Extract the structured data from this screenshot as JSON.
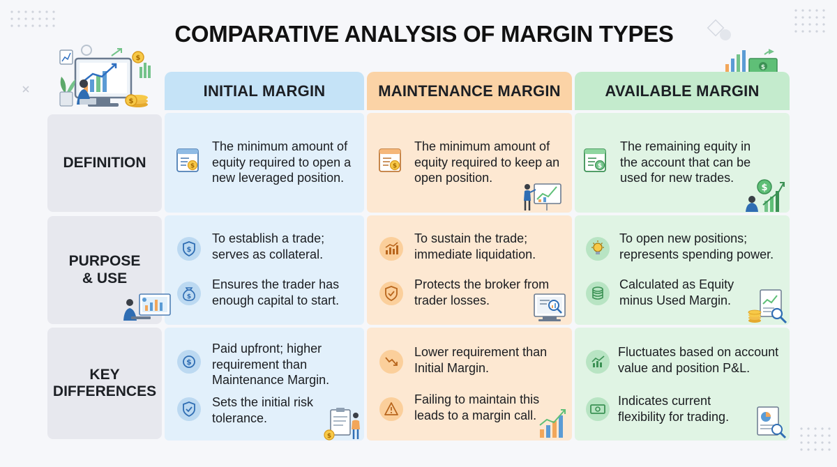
{
  "title": "COMPARATIVE ANALYSIS OF MARGIN TYPES",
  "colors": {
    "initial_head": "#c5e3f7",
    "initial_cell": "#e2f0fb",
    "maintenance_head": "#fbd3a6",
    "maintenance_cell": "#fde8d2",
    "available_head": "#c4ebcd",
    "available_cell": "#e0f4e4",
    "row_head": "#e7e8ee"
  },
  "columns": [
    {
      "key": "initial",
      "label": "INITIAL MARGIN"
    },
    {
      "key": "maintenance",
      "label": "MAINTENANCE MARGIN"
    },
    {
      "key": "available",
      "label": "AVAILABLE MARGIN"
    }
  ],
  "rows": [
    {
      "label_line1": "DEFINITION",
      "label_line2": ""
    },
    {
      "label_line1": "PURPOSE",
      "label_line2": "& USE"
    },
    {
      "label_line1": "KEY",
      "label_line2": "DIFFERENCES"
    }
  ],
  "cells": {
    "definition": {
      "initial": {
        "text": "The minimum amount of equity required to open a new leveraged position.",
        "icon": "document-dollar-icon"
      },
      "maintenance": {
        "text": "The minimum amount of equity required to keep an open position.",
        "icon": "document-dollar-icon"
      },
      "available": {
        "text": "The remaining equity in the account that can be used for new trades.",
        "icon": "document-dollar-icon"
      }
    },
    "purpose": {
      "initial": [
        {
          "text": "To establish a trade; serves as collateral.",
          "icon": "shield-dollar-icon"
        },
        {
          "text": "Ensures the trader has enough capital to start.",
          "icon": "money-bag-icon"
        }
      ],
      "maintenance": [
        {
          "text": "To sustain the trade; immediate liquidation.",
          "icon": "bar-chart-icon"
        },
        {
          "text": "Protects the broker from trader losses.",
          "icon": "shield-check-icon"
        }
      ],
      "available": [
        {
          "text": "To open new positions; represents spending power.",
          "icon": "lightbulb-icon"
        },
        {
          "text": "Calculated as Equity minus Used Margin.",
          "icon": "coin-stack-icon"
        }
      ]
    },
    "differences": {
      "initial": [
        {
          "text": "Paid upfront; higher requirement than Maintenance Margin.",
          "icon": "dollar-coin-icon"
        },
        {
          "text": "Sets the initial risk tolerance.",
          "icon": "shield-check-icon"
        }
      ],
      "maintenance": [
        {
          "text": "Lower requirement than Initial Margin.",
          "icon": "trend-down-icon"
        },
        {
          "text": "Failing to maintain this leads to a margin call.",
          "icon": "warning-icon"
        }
      ],
      "available": [
        {
          "text": "Fluctuates based on account value and position P&L.",
          "icon": "line-chart-icon"
        },
        {
          "text": "Indicates current flexibility for trading.",
          "icon": "banknote-icon"
        }
      ]
    }
  }
}
